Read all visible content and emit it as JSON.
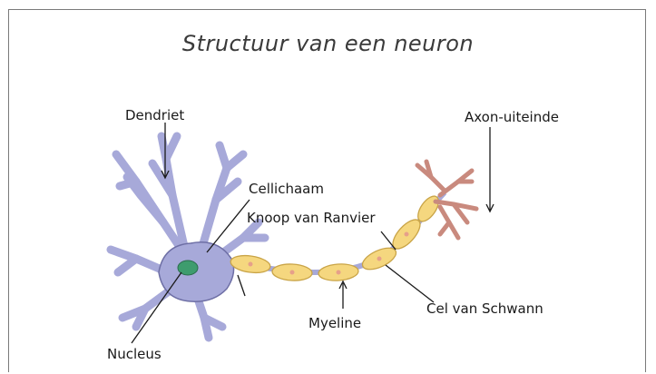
{
  "title": "Structuur van een neuron",
  "labels": {
    "dendrite": "Dendriet",
    "cell_body": "Cellichaam",
    "node_of_ranvier": "Knoop van Ranvier",
    "axon_terminal": "Axon-uiteinde",
    "myelin": "Myeline",
    "schwann_cell": "Cel van Schwann",
    "nucleus": "Nucleus"
  },
  "colors": {
    "neuron": "#a7a9d9",
    "neuron_outline": "#6e6fa5",
    "nucleus": "#3e9c6e",
    "myelin": "#f5d77f",
    "myelin_outline": "#c9a447",
    "myelin_dot": "#e6a08a",
    "terminal": "#c98a7e"
  }
}
